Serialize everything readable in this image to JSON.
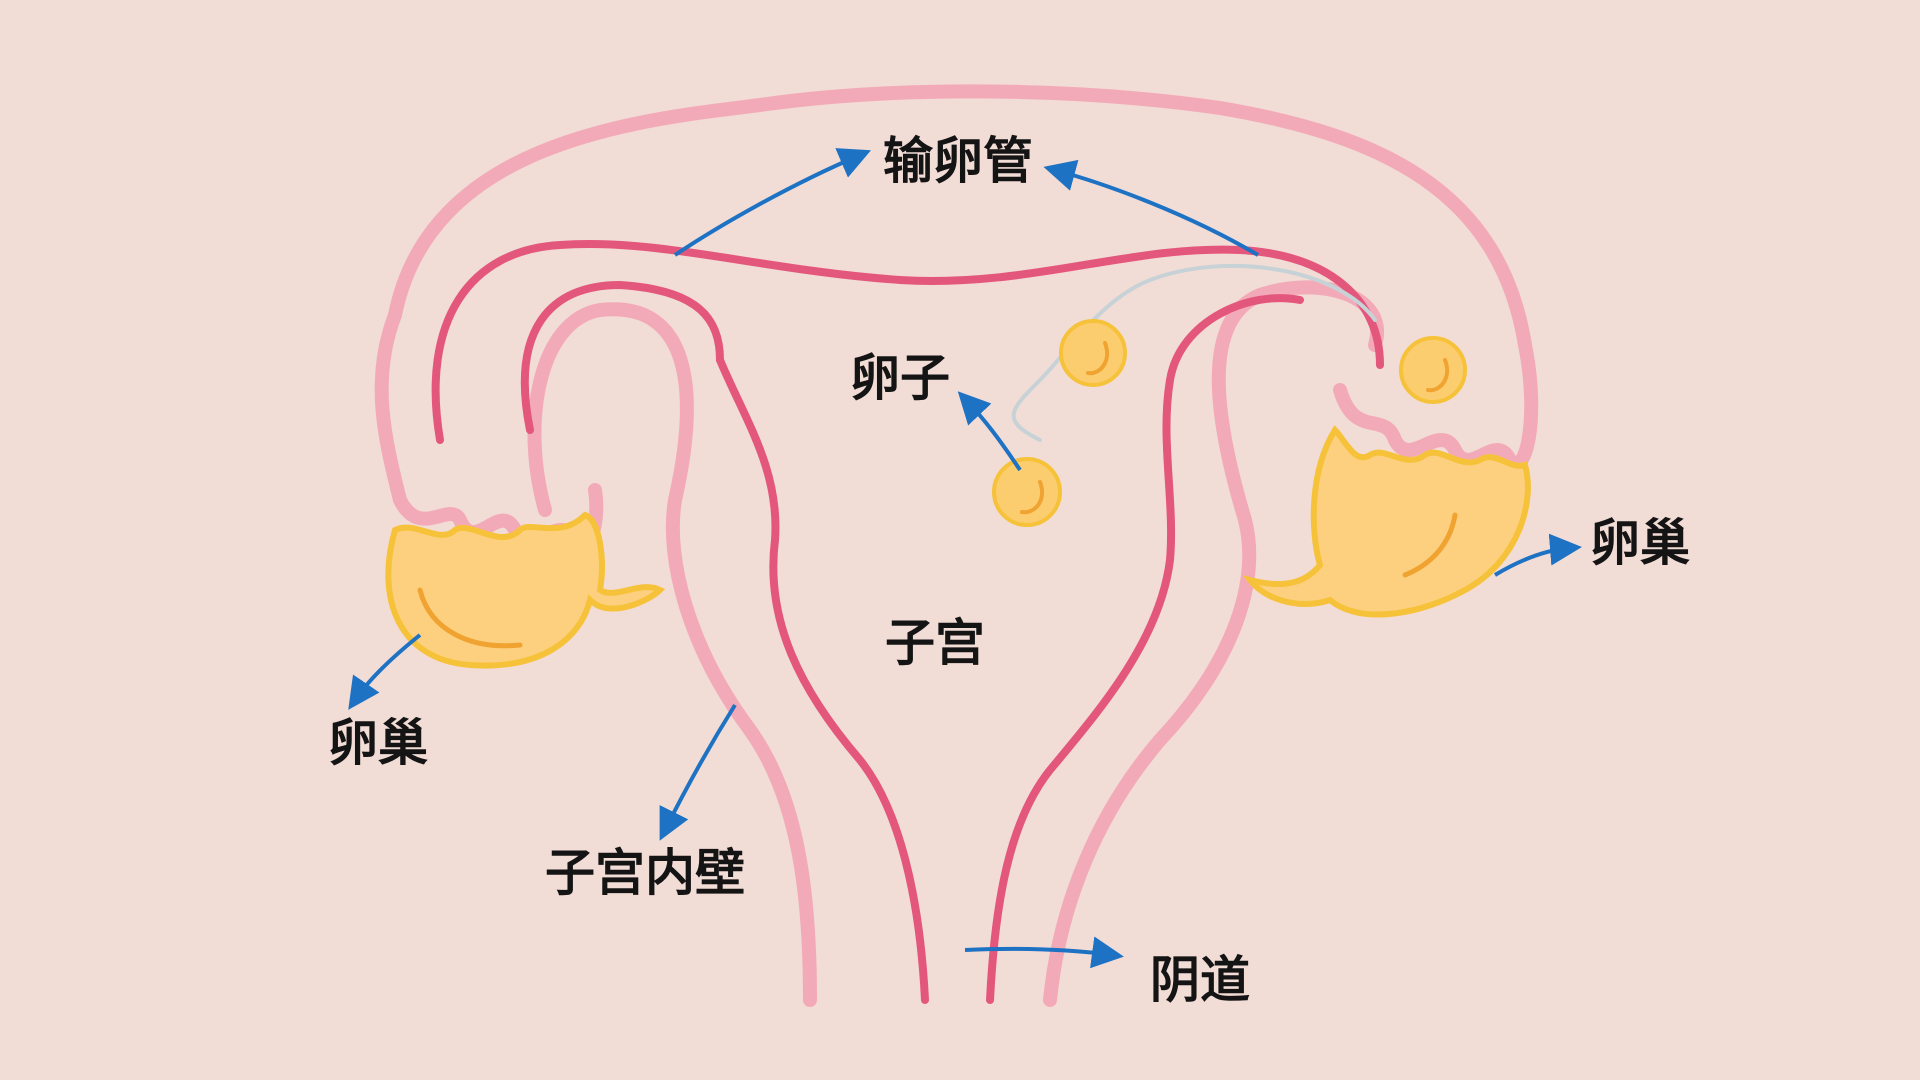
{
  "labels": {
    "fallopian_tube": "输卵管",
    "egg": "卵子",
    "ovary_right": "卵巢",
    "ovary_left": "卵巢",
    "uterus": "子宫",
    "endometrium": "子宫内壁",
    "vagina": "阴道"
  },
  "colors": {
    "background": "#f2dcd6",
    "outer_wall": "#f3aab8",
    "inner_wall": "#e4577c",
    "ovary_fill": "#fdd080",
    "ovary_edge": "#f6c23a",
    "egg_fill": "#fccd6e",
    "arrow": "#1d72c4"
  }
}
